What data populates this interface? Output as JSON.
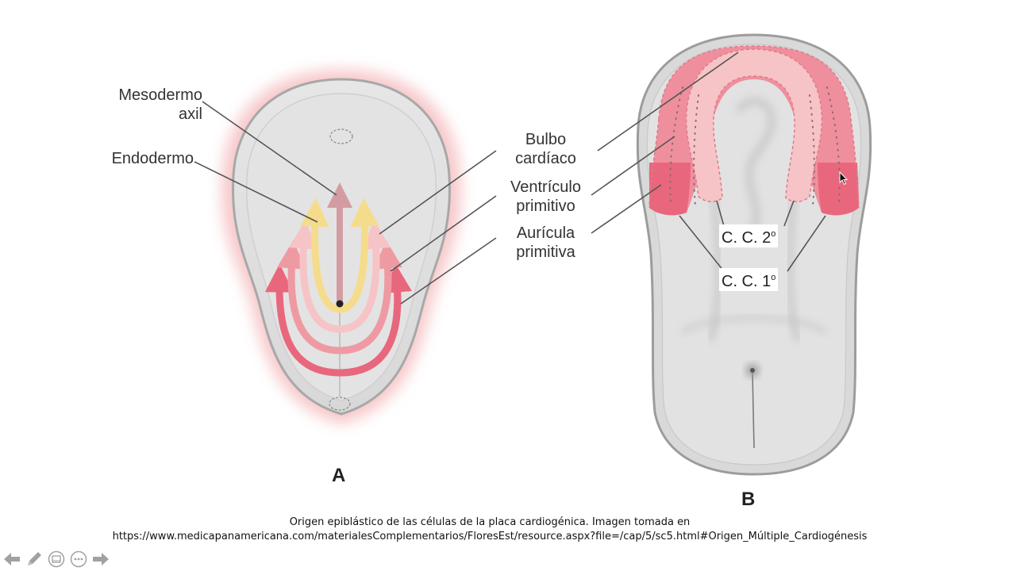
{
  "panel_a": {
    "letter": "A",
    "labels": {
      "mesodermo_axil_line1": "Mesodermo",
      "mesodermo_axil_line2": "axil",
      "endodermo": "Endodermo",
      "bulbo_line1": "Bulbo",
      "bulbo_line2": "cardíaco",
      "ventriculo_line1": "Ventrículo",
      "ventriculo_line2": "primitivo",
      "auricula_line1": "Aurícula",
      "auricula_line2": "primitiva"
    }
  },
  "panel_b": {
    "letter": "B",
    "cc2": {
      "text": "C. C. 2",
      "sup": "o"
    },
    "cc1": {
      "text": "C. C. 1",
      "sup": "o"
    }
  },
  "caption": {
    "line1": "Origen epiblástico de las células de la placa cardiogénica. Imagen tomada en",
    "line2": "https://www.medicapanamericana.com/materialesComplementarios/FloresEst/resource.aspx?file=/cap/5/sc5.html#Origen_Múltiple_Cardiogénesis"
  },
  "colors": {
    "embryo_fill": "#dedede",
    "embryo_outline": "#a8a8a8",
    "halo": "#f4b5b8",
    "arrow_yellow": "#f5dc8c",
    "arrow_light_pink": "#f6c4c6",
    "arrow_pink": "#ef9aa3",
    "arrow_red": "#e8677c",
    "axial_arrow": "#d39ca3"
  },
  "nav": {
    "icons": [
      "previous-icon",
      "pen-icon",
      "slides-icon",
      "more-icon",
      "next-icon"
    ]
  }
}
